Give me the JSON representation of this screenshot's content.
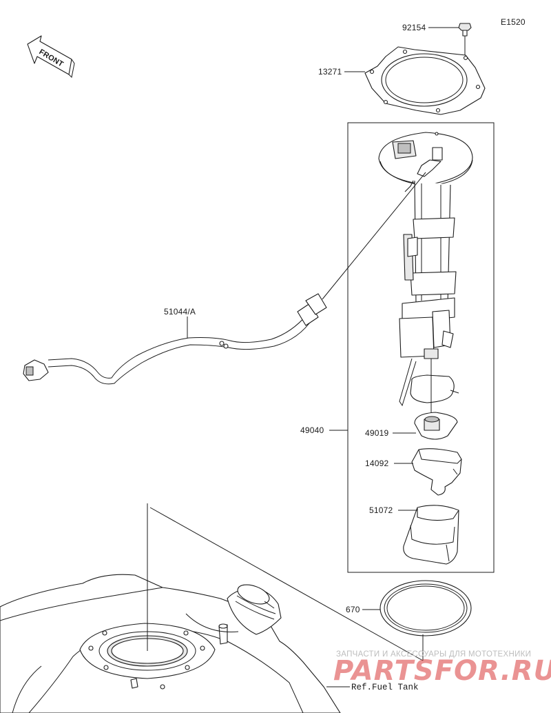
{
  "diagram": {
    "code": "E1520",
    "front_label": "FRONT",
    "parts": [
      {
        "id": "92154",
        "name": "bolt"
      },
      {
        "id": "13271",
        "name": "plate"
      },
      {
        "id": "51044/A",
        "name": "hose"
      },
      {
        "id": "49040",
        "name": "fuel-pump"
      },
      {
        "id": "49019",
        "name": "filter"
      },
      {
        "id": "14092",
        "name": "cover"
      },
      {
        "id": "51072",
        "name": "holder"
      },
      {
        "id": "670",
        "name": "o-ring"
      }
    ],
    "reference": "Ref.Fuel Tank"
  },
  "watermark": {
    "tagline": "ЗАПЧАСТИ И АКСЕССУАРЫ ДЛЯ МОТОТЕХНИКИ",
    "brand": "PARTSFOR.RU"
  }
}
